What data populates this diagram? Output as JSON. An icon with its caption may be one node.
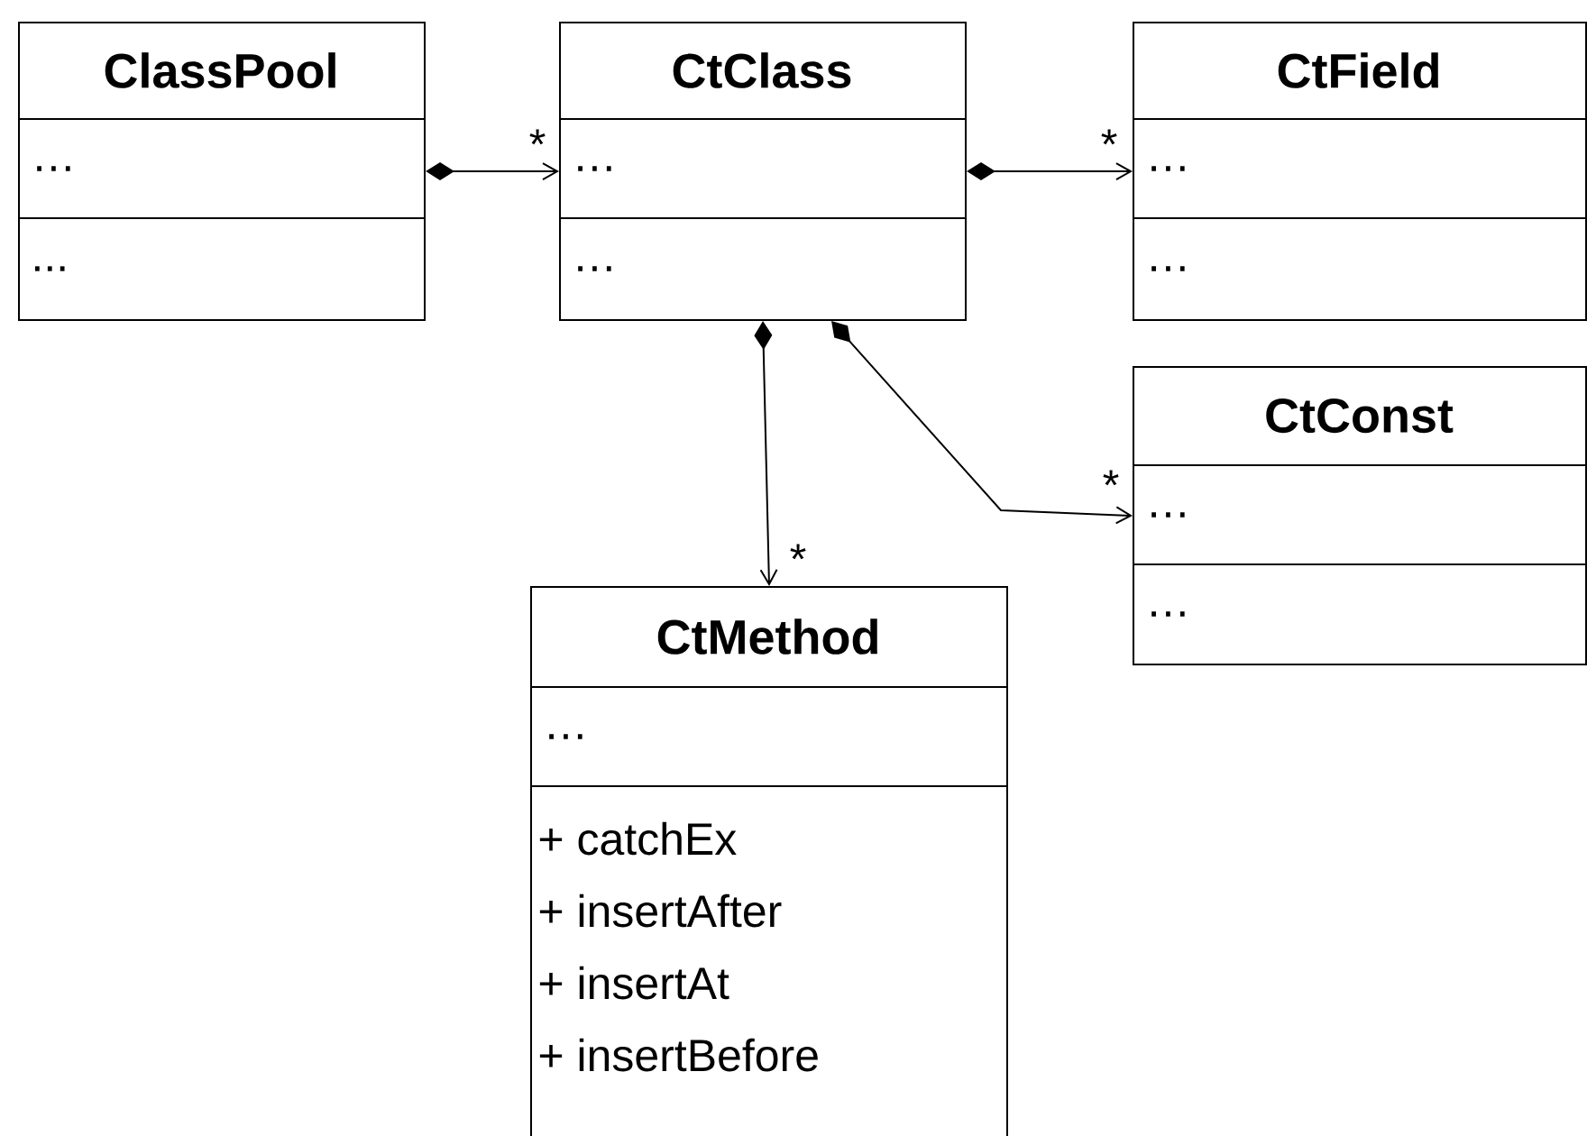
{
  "diagram": {
    "nodes": [
      {
        "text": [
          "ClassPool",
          "…",
          "..."
        ]
      },
      {
        "text": [
          "CtClass",
          "…",
          "…"
        ]
      },
      {
        "text": [
          "CtField",
          "…",
          "…"
        ]
      },
      {
        "text": [
          "CtConst",
          "…",
          "…"
        ]
      },
      {
        "text": [
          "CtMethod",
          "…",
          "+ catchEx",
          "+ insertAfter",
          "+ insertAt",
          "+ insertBefore"
        ]
      }
    ],
    "edges": [
      {
        "from": 0,
        "to": 1,
        "arrow": "to",
        "label": "*"
      },
      {
        "from": 1,
        "to": 2,
        "arrow": "to",
        "label": "*"
      },
      {
        "from": 1,
        "to": 4,
        "arrow": "to",
        "label": "*"
      },
      {
        "from": 1,
        "to": 3,
        "arrow": "to",
        "label": "*"
      }
    ]
  }
}
